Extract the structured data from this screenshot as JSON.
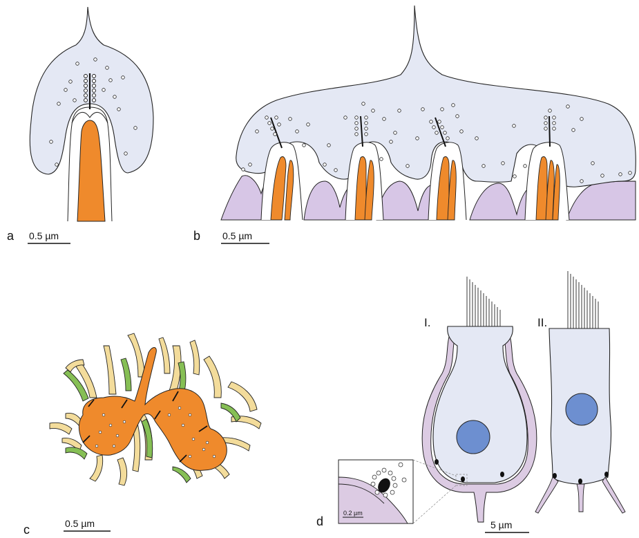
{
  "panels": {
    "a": {
      "letter": "a",
      "scale": "0.5 µm"
    },
    "b": {
      "letter": "b",
      "scale": "0.5 µm"
    },
    "c": {
      "letter": "c",
      "scale": "0.5 µm"
    },
    "d": {
      "letter": "d",
      "scale": "5 µm",
      "inset_scale": "0.2 µm",
      "cell_I": "I.",
      "cell_II": "II."
    }
  },
  "colors": {
    "terminal": "#e4e8f4",
    "bouton_orange": "#ef8a2c",
    "glia_purple": "#d7c6e6",
    "green_process": "#86bf55",
    "yellow_process": "#f3dc9b",
    "nucleus_blue": "#6d8fd0",
    "calyx_pink": "#dccbe3",
    "outline": "#222222"
  }
}
